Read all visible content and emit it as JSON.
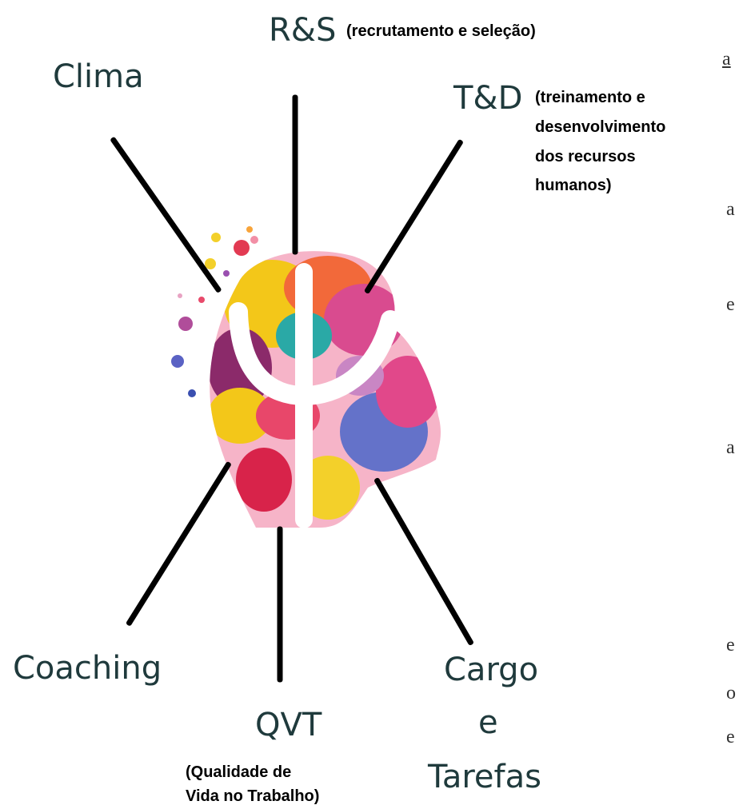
{
  "margin_fragments": [
    "a",
    "a",
    "e",
    "a",
    "e",
    "o",
    "e"
  ],
  "nodes": {
    "rs": {
      "title": "R&S",
      "detail": "(recrutamento e seleção)"
    },
    "td": {
      "title": "T&D",
      "detail_lines": [
        "(treinamento e",
        "desenvolvimento",
        "dos recursos",
        "humanos)"
      ]
    },
    "clima": {
      "title": "Clima"
    },
    "coaching": {
      "title": "Coaching"
    },
    "qvt": {
      "title": "QVT",
      "detail_lines": [
        "(Qualidade de",
        "Vida no Trabalho)"
      ]
    },
    "cargo": {
      "title_lines": [
        "Cargo",
        "e",
        "Tarefas"
      ]
    }
  },
  "center_symbol": "psi-head-icon"
}
